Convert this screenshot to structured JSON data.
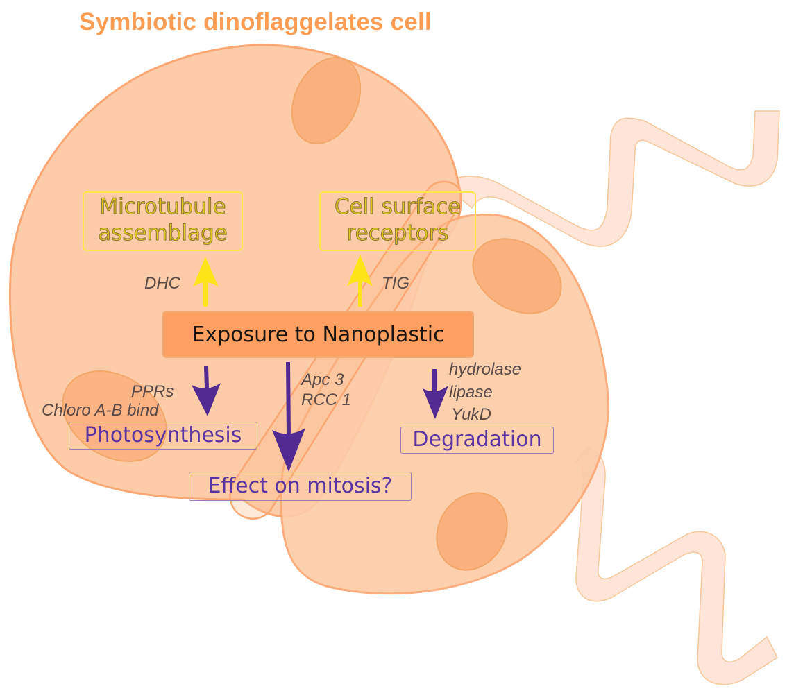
{
  "title": "Symbiotic dinoflaggelates cell",
  "colors": {
    "title": "#fd9d54",
    "cell_fill": "#fccba7",
    "cell_stroke": "#fba773",
    "organelle_fill": "#fbb07f",
    "flagellum_fill": "#fee5d7",
    "yellow_arrow": "#fde418",
    "purple_arrow": "#532a92",
    "center_box_fill": "#fd9f60"
  },
  "center": {
    "label": "Exposure to Nanoplastic"
  },
  "effects": {
    "microtubule": {
      "line1": "Microtubule",
      "line2": "assemblage",
      "genes": [
        "DHC"
      ]
    },
    "receptors": {
      "line1": "Cell surface",
      "line2": "receptors",
      "genes": [
        "TIG"
      ]
    },
    "photosynthesis": {
      "label": "Photosynthesis",
      "genes": [
        "PPRs",
        "Chloro A-B bind"
      ]
    },
    "mitosis": {
      "label": "Effect on mitosis?",
      "genes": [
        "Apc 3",
        "RCC 1"
      ]
    },
    "degradation": {
      "label": "Degradation",
      "genes": [
        "hydrolase",
        "lipase",
        "YukD"
      ]
    }
  }
}
